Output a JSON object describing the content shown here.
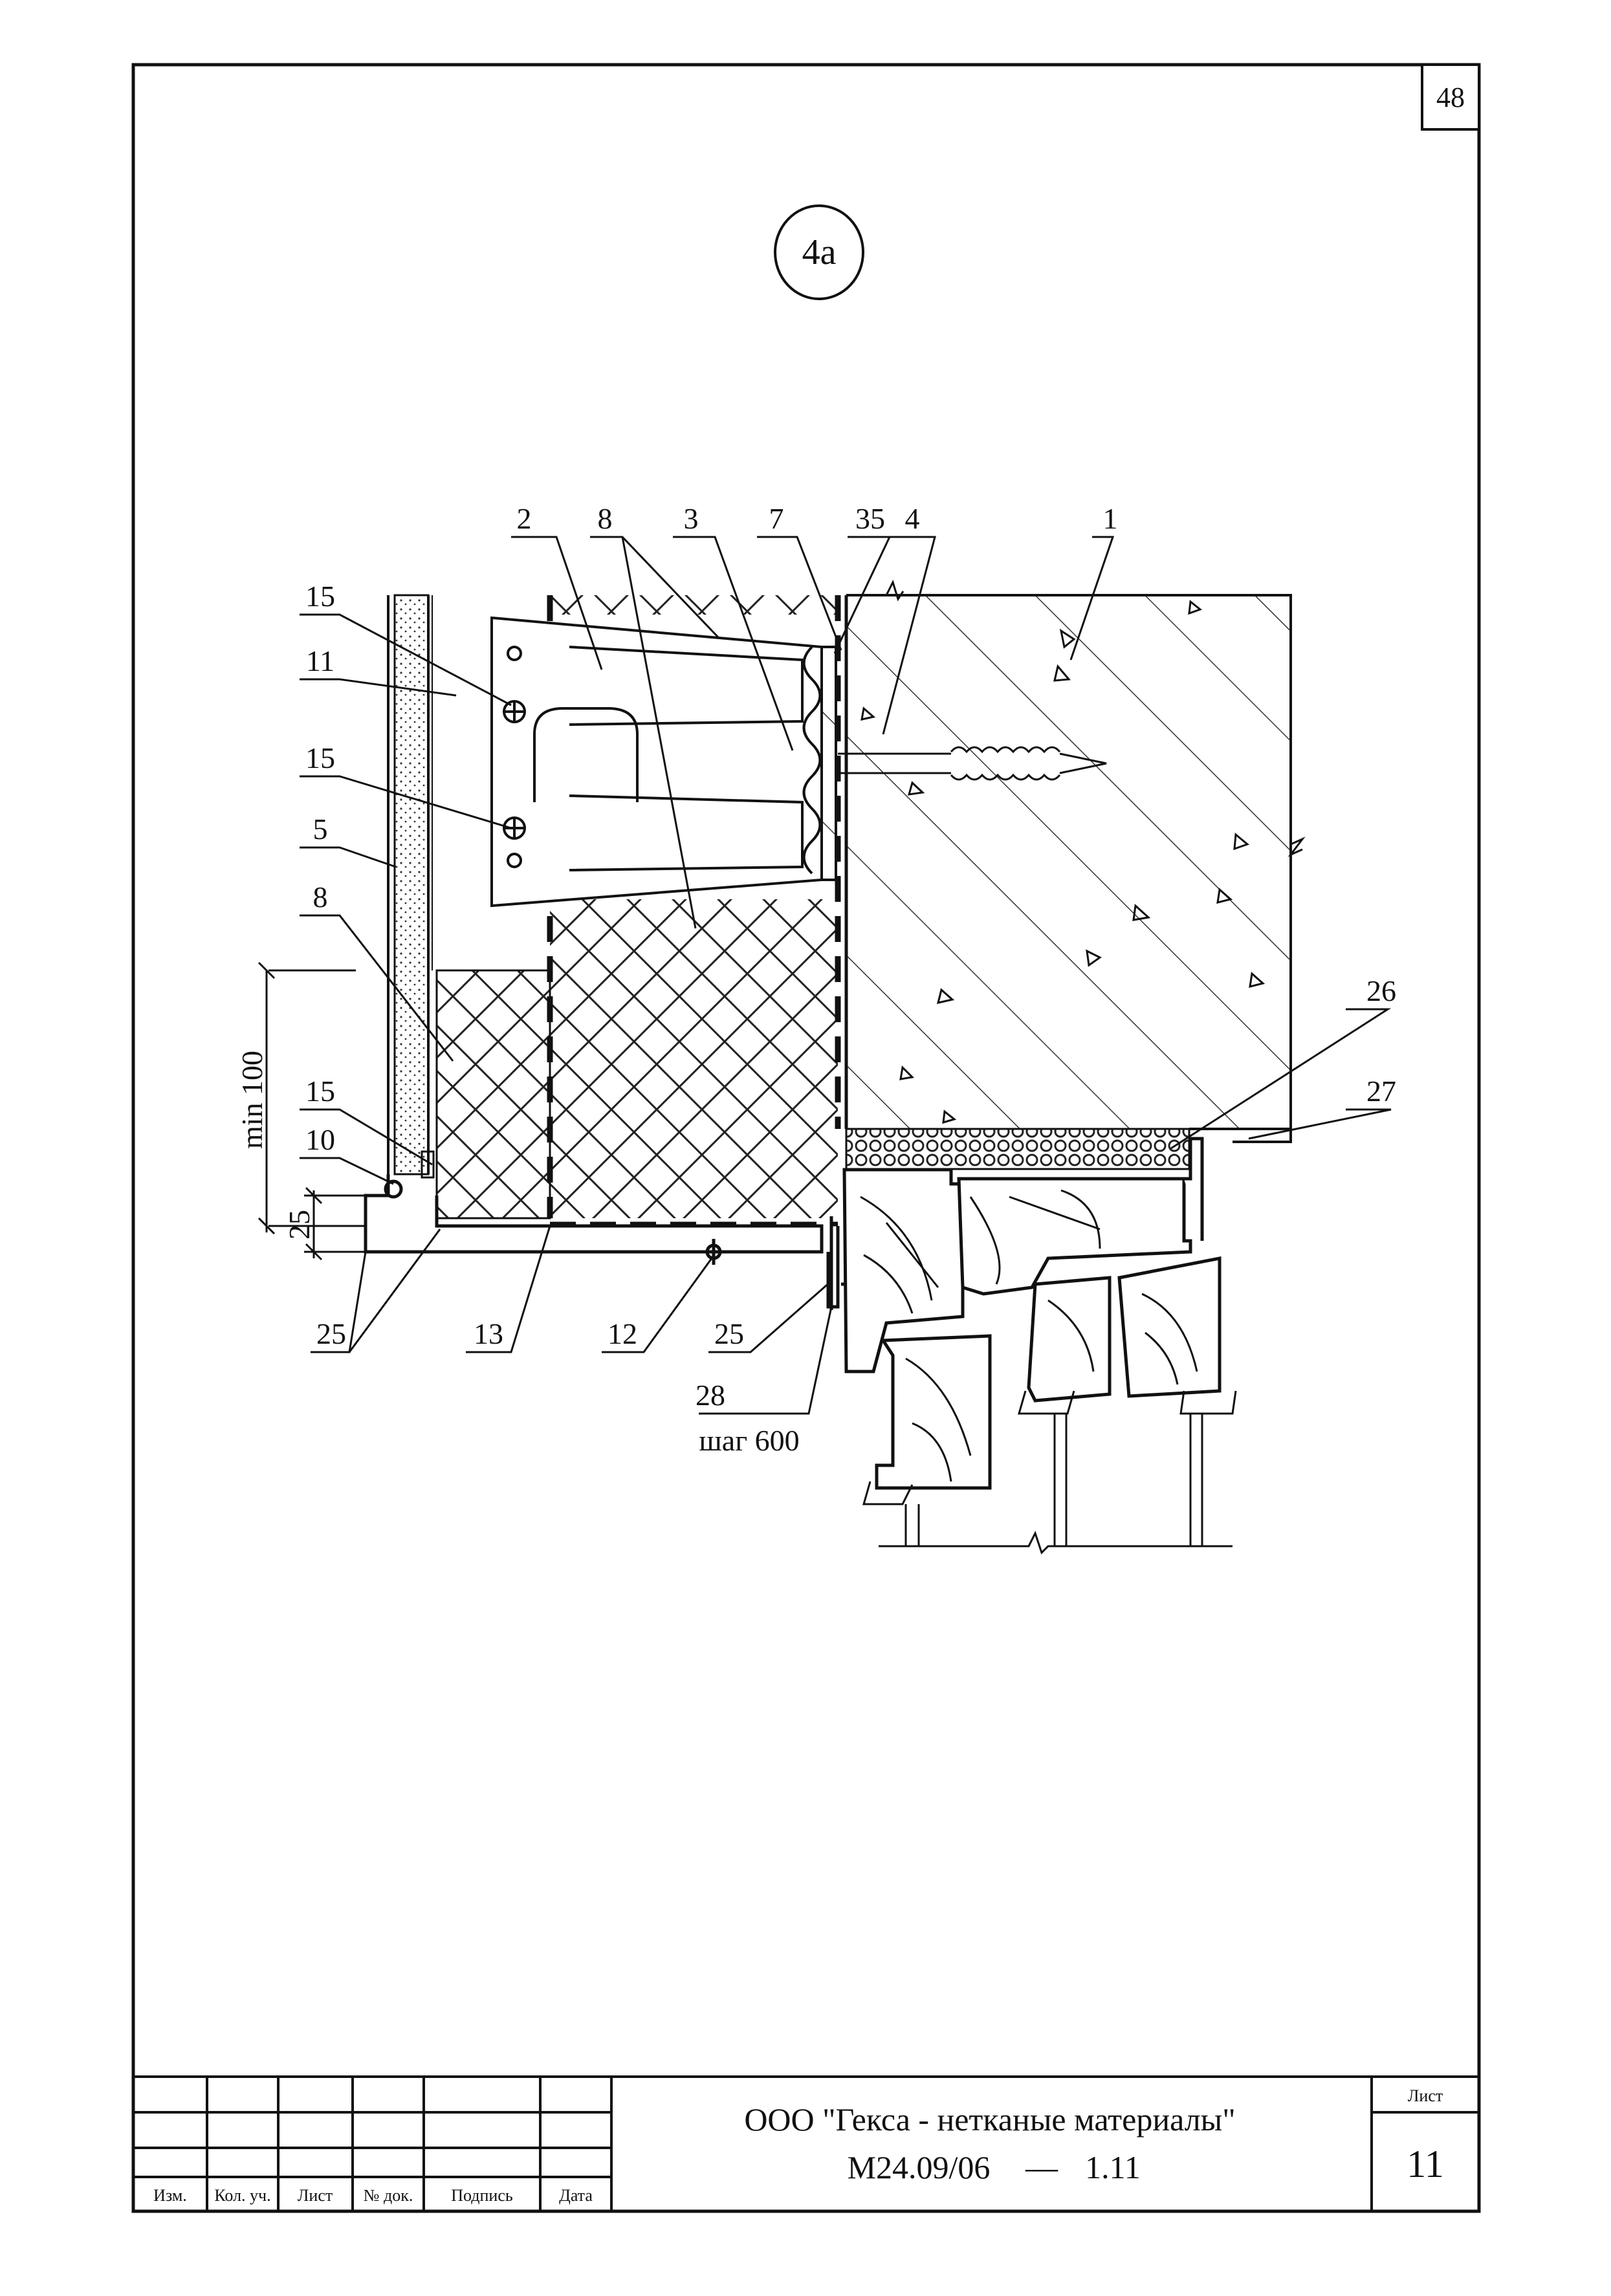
{
  "page": {
    "page_number": "48"
  },
  "detail": {
    "mark": "4а"
  },
  "callouts": {
    "c2": "2",
    "c8a": "8",
    "c3": "3",
    "c7": "7",
    "c35": "35",
    "c4": "4",
    "c1": "1",
    "c15a": "15",
    "c11": "11",
    "c15b": "15",
    "c5": "5",
    "c8b": "8",
    "c15c": "15",
    "c10": "10",
    "c26": "26",
    "c27": "27",
    "c25a": "25",
    "c13": "13",
    "c12": "12",
    "c25b": "25",
    "c28": "28",
    "step": "шаг 600"
  },
  "dimensions": {
    "min100": "min 100",
    "d25": "25"
  },
  "title_block": {
    "headers": [
      "Изм.",
      "Кол. уч.",
      "Лист",
      "№ док.",
      "Подпись",
      "Дата"
    ],
    "organization": "ООО \"Гекса - нетканые материалы\"",
    "document_code": "М24.09/06",
    "dash": "—",
    "sheet_code": "1.11",
    "sheet_label": "Лист",
    "sheet_number": "11"
  }
}
